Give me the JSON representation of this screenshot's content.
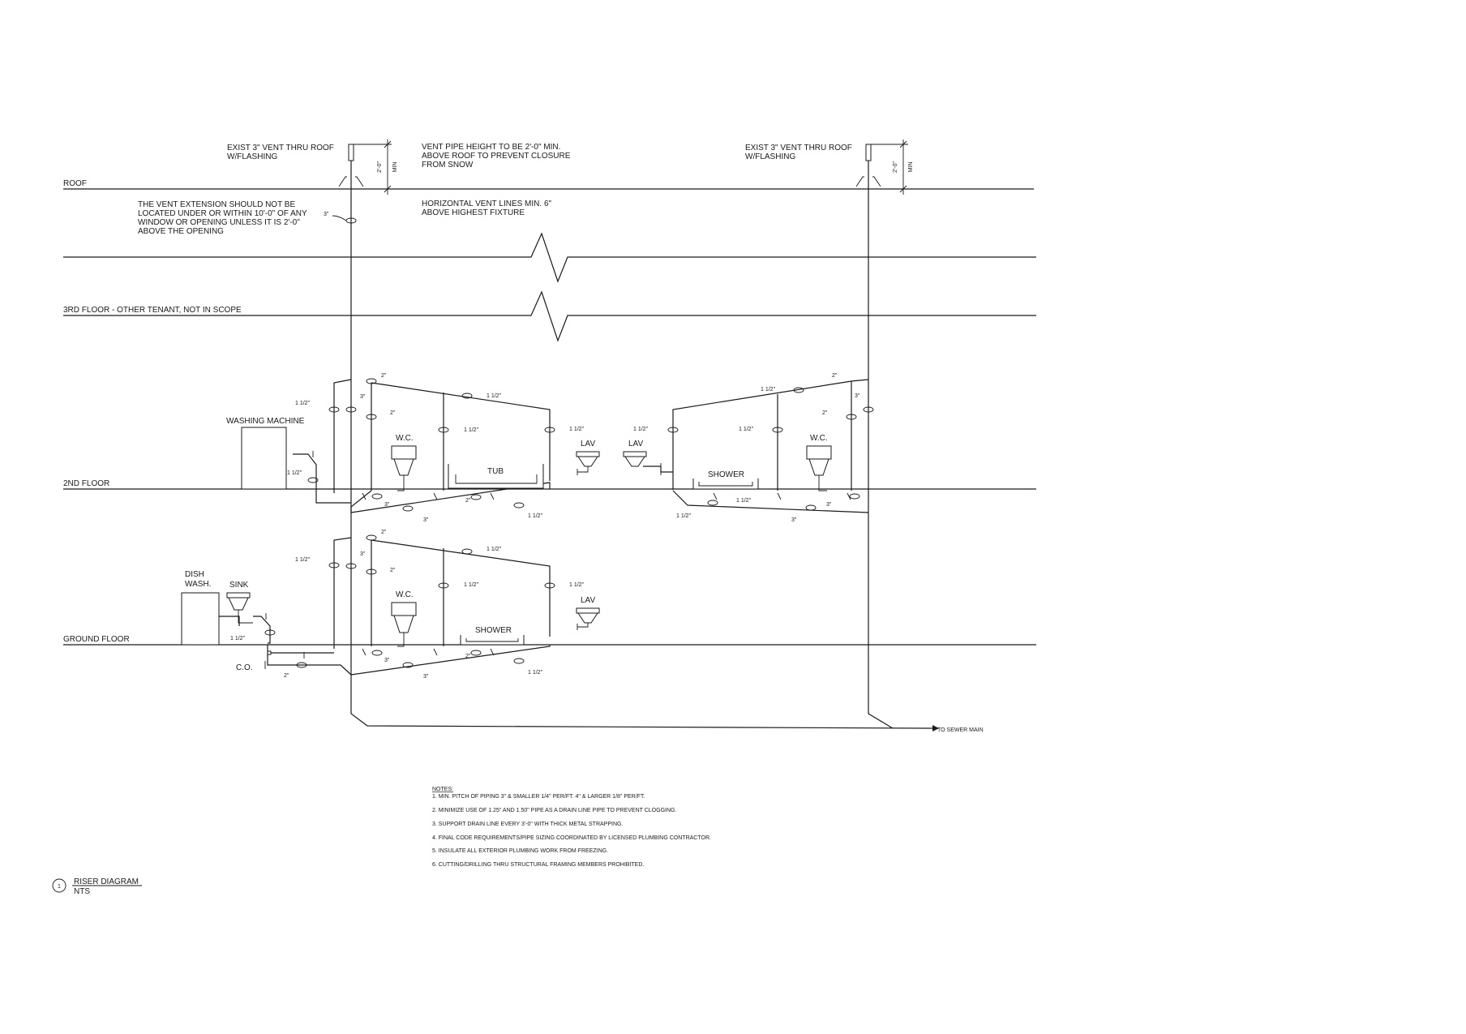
{
  "floors": {
    "roof": "ROOF",
    "third": "3RD FLOOR - OTHER TENANT, NOT IN SCOPE",
    "second": "2ND FLOOR",
    "ground": "GROUND FLOOR"
  },
  "notes_top": {
    "exist_vent_left": [
      "EXIST 3\" VENT THRU ROOF",
      "W/FLASHING"
    ],
    "exist_vent_right": [
      "EXIST 3\" VENT THRU ROOF",
      "W/FLASHING"
    ],
    "vent_height": [
      "VENT PIPE HEIGHT TO BE 2'-0\" MIN.",
      "ABOVE ROOF TO PREVENT CLOSURE",
      "FROM SNOW"
    ],
    "horizontal_vent": [
      "HORIZONTAL VENT LINES MIN. 6\"",
      "ABOVE HIGHEST FIXTURE"
    ],
    "vent_extension": [
      "THE VENT EXTENSION SHOULD NOT BE",
      "LOCATED UNDER OR WITHIN 10'-0\" OF ANY",
      "WINDOW OR OPENING UNLESS IT IS 2'-0\"",
      "ABOVE THE OPENING"
    ],
    "dim": "2'-0\"",
    "min": "MIN"
  },
  "fixtures": {
    "washing_machine": "WASHING MACHINE",
    "wc": "W.C.",
    "tub": "TUB",
    "lav": "LAV",
    "shower": "SHOWER",
    "dish": "DISH",
    "wash": "WASH.",
    "sink": "SINK",
    "co": "C.O."
  },
  "pipe_sizes": {
    "s3": "3\"",
    "s2": "2\"",
    "s112": "1 1/2\""
  },
  "sewer": "TO SEWER MAIN",
  "notes": {
    "heading": "NOTES:",
    "items": [
      "1. MIN. PITCH OF PIPING 3\" & SMALLER 1/4\" PER/FT. 4\" & LARGER 1/8\" PER/FT.",
      "2. MINIMIZE USE OF 1.25\" AND 1.50\" PIPE AS A DRAIN LINE PIPE TO PREVENT CLOGGING.",
      "3. SUPPORT DRAIN LINE EVERY 3'-0\" WITH THICK METAL STRAPPING.",
      "4. FINAL CODE REQUIREMENTS/PIPE SIZING COORDINATED BY LICENSED PLUMBING CONTRACTOR.",
      "5. INSULATE ALL EXTERIOR PLUMBING WORK FROM FREEZING.",
      "6. CUTTING/DRILLING THRU STRUCTURAL FRAMING MEMBERS PROHIBITED."
    ]
  },
  "title_block": {
    "number": "1",
    "title": "RISER DIAGRAM",
    "scale": "NTS"
  }
}
